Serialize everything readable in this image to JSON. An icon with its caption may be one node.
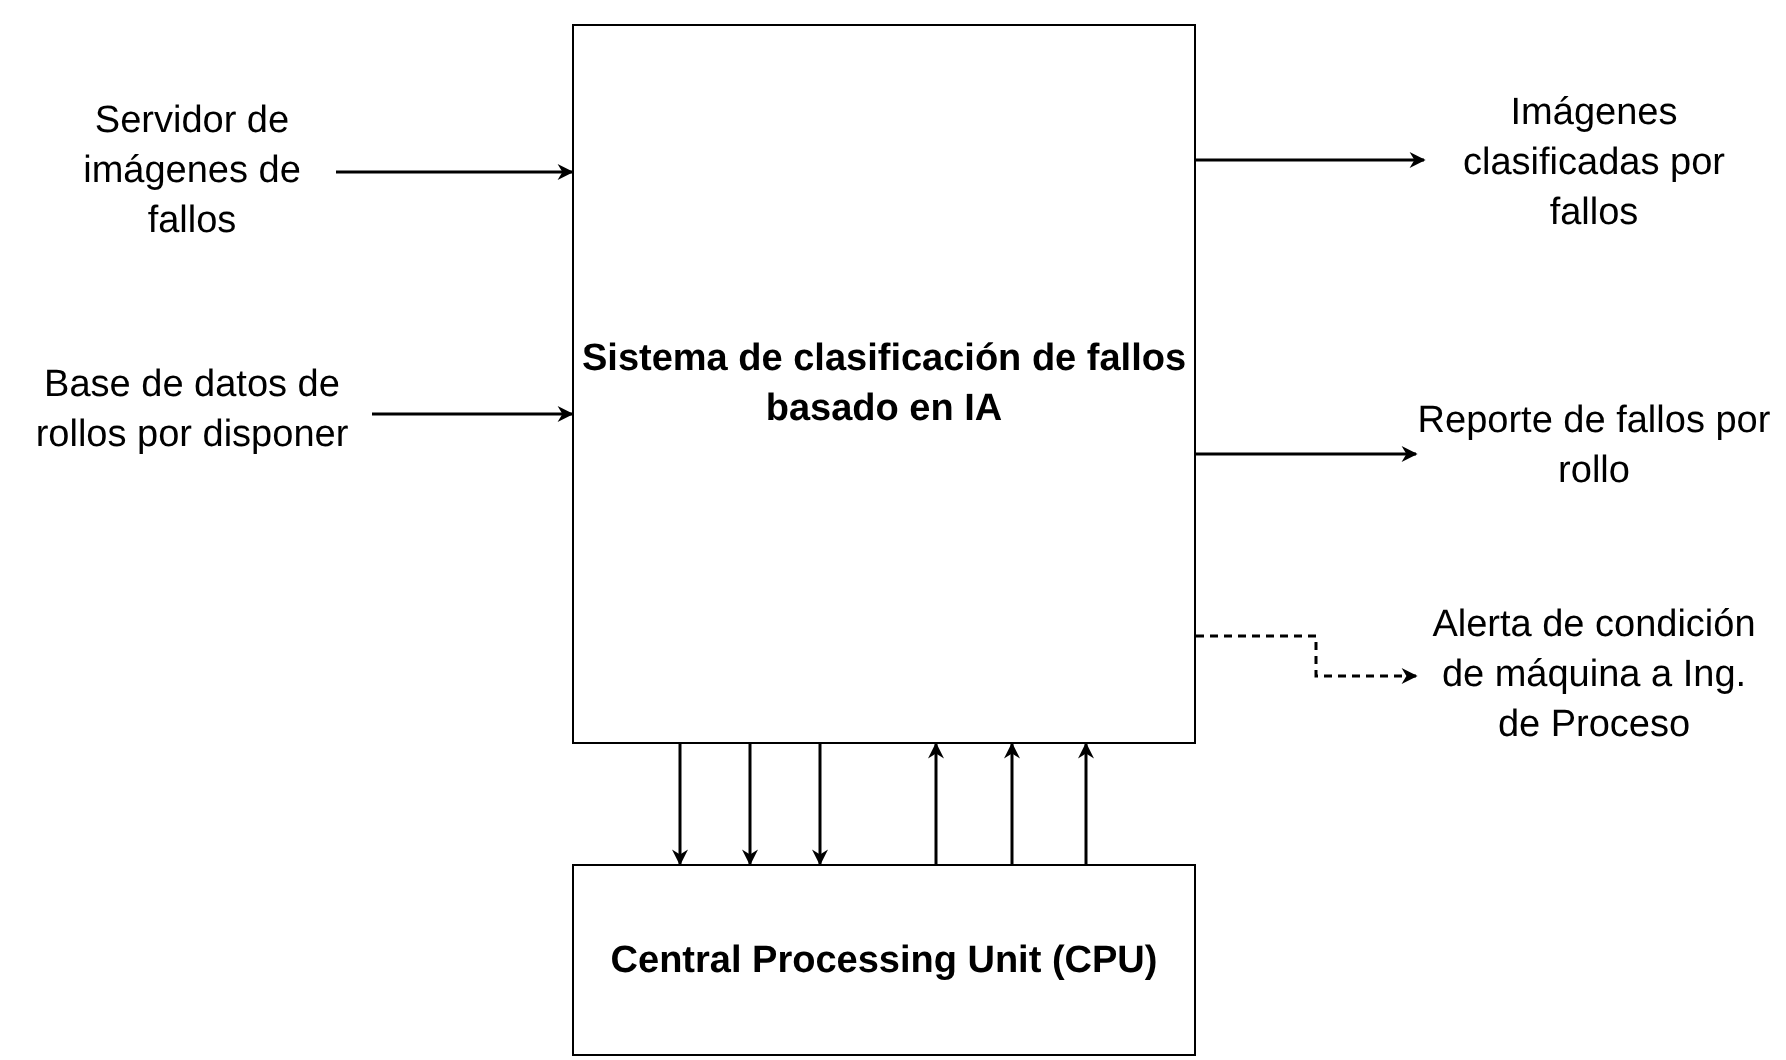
{
  "diagram": {
    "nodes": [
      {
        "text": [
          "Sistema de clasificación de fallos basado en IA"
        ]
      },
      {
        "text": [
          "Central Processing Unit (CPU)"
        ]
      },
      {
        "text": [
          "Servidor de imágenes de fallos"
        ]
      },
      {
        "text": [
          "Base de datos de rollos por disponer"
        ]
      },
      {
        "text": [
          "Imágenes clasificadas por fallos"
        ]
      },
      {
        "text": [
          "Reporte de fallos por rollo"
        ]
      },
      {
        "text": [
          "Alerta de condición de máquina a Ing. de Proceso"
        ]
      }
    ],
    "edges": [
      {
        "from": 2,
        "to": 0,
        "arrow": "to"
      },
      {
        "from": 3,
        "to": 0,
        "arrow": "to"
      },
      {
        "from": 0,
        "to": 4,
        "arrow": "to"
      },
      {
        "from": 0,
        "to": 5,
        "arrow": "to"
      },
      {
        "from": 0,
        "to": 6,
        "arrow": "to",
        "style": "dashed"
      },
      {
        "from": 0,
        "to": 1,
        "arrow": "to"
      },
      {
        "from": 0,
        "to": 1,
        "arrow": "to"
      },
      {
        "from": 0,
        "to": 1,
        "arrow": "to"
      },
      {
        "from": 1,
        "to": 0,
        "arrow": "to"
      },
      {
        "from": 1,
        "to": 0,
        "arrow": "to"
      },
      {
        "from": 1,
        "to": 0,
        "arrow": "to"
      }
    ]
  }
}
